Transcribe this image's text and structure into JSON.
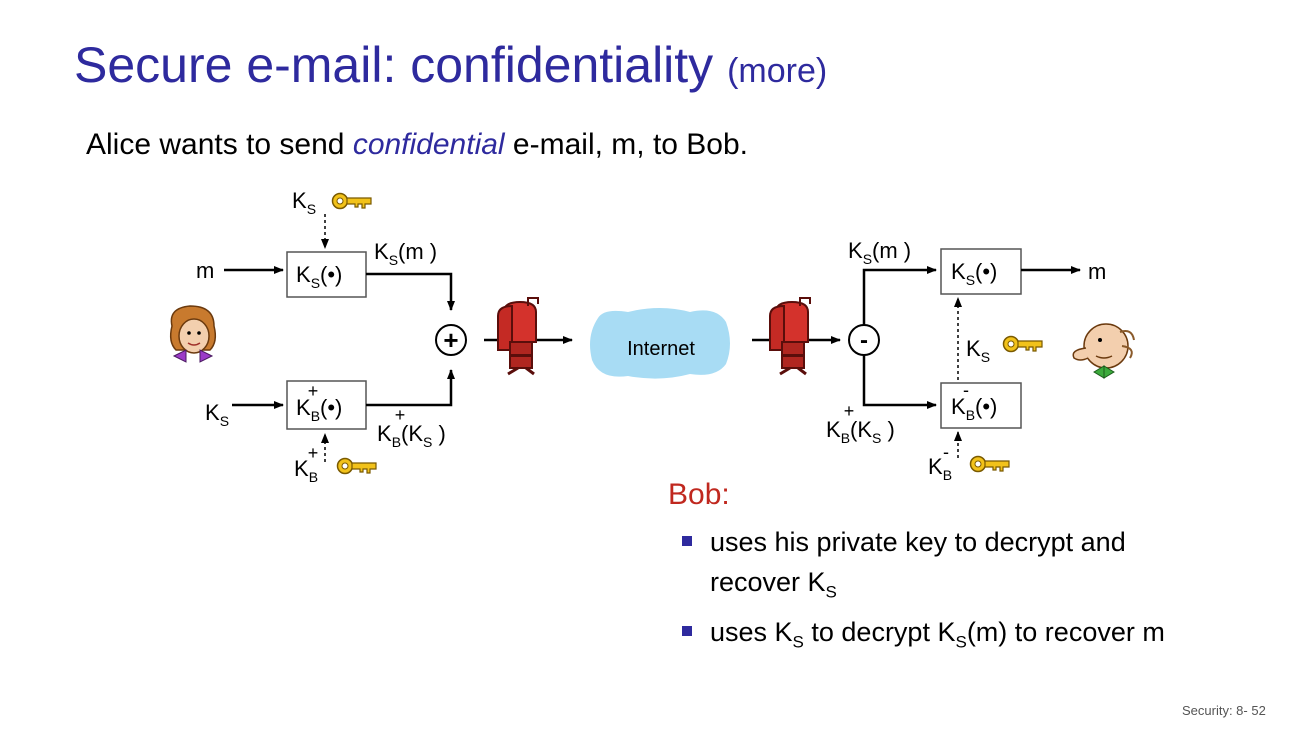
{
  "slide": {
    "title": "Secure e-mail: confidentiality",
    "title_suffix": "(more)",
    "subtitle_before": "Alice wants to send ",
    "subtitle_em": "confidential",
    "subtitle_after": " e-mail, m, to Bob.",
    "footer": "Security: 8- 52"
  },
  "diagram": {
    "alice_side": {
      "key_ks": "K",
      "key_ks_sub": "S",
      "input_m": "m",
      "input_ks": "K",
      "input_ks_sub": "S",
      "box_encrypt": "K",
      "box_encrypt_sub": "S",
      "box_encrypt_arg": "(•)",
      "out_encrypt": "K",
      "out_encrypt_sub": "S",
      "out_encrypt_arg": "(m )",
      "box_pub": "K",
      "box_pub_sub": "B",
      "box_pub_sup": "+",
      "box_pub_arg": "(•)",
      "out_pub": "K",
      "out_pub_sub": "B",
      "out_pub_sup": "+",
      "out_pub_arg": "(K",
      "out_pub_arg_sub": "S",
      "out_pub_arg_end": " )",
      "key_kb": "K",
      "key_kb_sub": "B",
      "key_kb_sup": "+",
      "combiner": "+"
    },
    "internet_label": "Internet",
    "bob_side": {
      "splitter": "-",
      "in_encrypt": "K",
      "in_encrypt_sub": "S",
      "in_encrypt_arg": "(m )",
      "box_decrypt": "K",
      "box_decrypt_sub": "S",
      "box_decrypt_arg": "(•)",
      "output_m": "m",
      "key_ks": "K",
      "key_ks_sub": "S",
      "in_pub": "K",
      "in_pub_sub": "B",
      "in_pub_sup": "+",
      "in_pub_arg": "(K",
      "in_pub_arg_sub": "S",
      "in_pub_arg_end": " )",
      "box_priv": "K",
      "box_priv_sub": "B",
      "box_priv_sup": "-",
      "box_priv_arg": "(•)",
      "key_kb": "K",
      "key_kb_sub": "B",
      "key_kb_sup": "-"
    },
    "icons": [
      "alice-icon",
      "bob-icon",
      "key-icon",
      "mailbox-icon",
      "cloud-icon"
    ],
    "colors": {
      "title": "#2e2a9e",
      "bob_heading": "#c0281f",
      "cloud": "#a8dcf4",
      "key": "#f2c21a",
      "mailbox": "#d4322c"
    }
  },
  "bob_notes": {
    "heading": "Bob:",
    "b1_line1": "uses his private key to decrypt and",
    "b1_line2": "recover K",
    "b1_line2_sub": "S",
    "b2_a": "uses K",
    "b2_a_sub": "S",
    "b2_b": " to decrypt K",
    "b2_b_sub": "S",
    "b2_c": "(m) to recover m"
  }
}
